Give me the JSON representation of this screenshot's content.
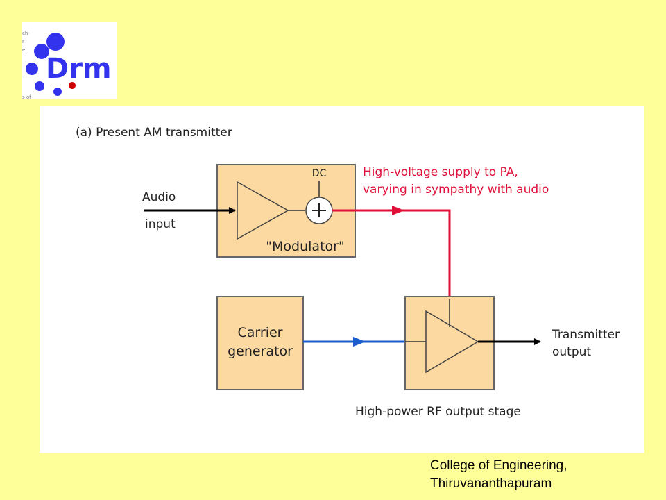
{
  "logo": {
    "text": "Drm",
    "colors": {
      "dots": "#3333ee",
      "accent_dot": "#cc0000"
    }
  },
  "diagram": {
    "caption": "(a) Present AM transmitter",
    "modulator": {
      "label": "\"Modulator\"",
      "dc_label": "DC"
    },
    "audio_input": {
      "line1": "Audio",
      "line2": "input"
    },
    "hv_note": {
      "line1": "High-voltage supply to PA,",
      "line2": "varying in sympathy with audio"
    },
    "carrier": {
      "line1": "Carrier",
      "line2": "generator"
    },
    "output": {
      "line1": "Transmitter",
      "line2": "output"
    },
    "pa_label": "High-power RF output stage",
    "colors": {
      "box_fill": "#fcd9a0",
      "box_stroke": "#666666",
      "hv_line": "#e0103a",
      "carrier_line": "#1a5ccc",
      "signal_line": "#000000"
    }
  },
  "footer": {
    "line1": "College of Engineering,",
    "line2": "Thiruvananthapuram"
  }
}
